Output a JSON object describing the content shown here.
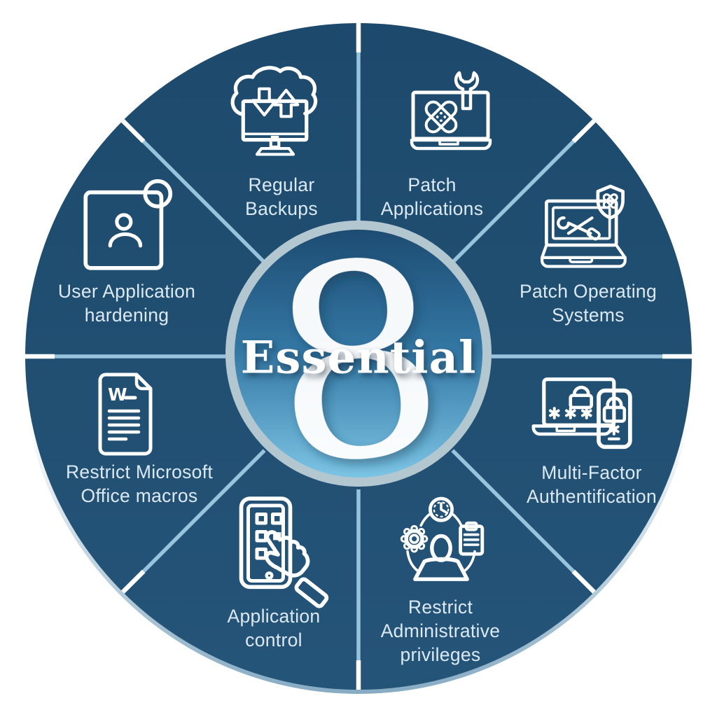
{
  "center": {
    "title": "Essential",
    "number": "8"
  },
  "segments": [
    {
      "id": "regular-backups",
      "label_lines": [
        "Regular",
        "Backups"
      ],
      "icon": "cloud-backup-monitor-icon"
    },
    {
      "id": "patch-applications",
      "label_lines": [
        "Patch",
        "Applications"
      ],
      "icon": "laptop-patch-wrench-icon"
    },
    {
      "id": "patch-operating-systems",
      "label_lines": [
        "Patch Operating",
        "Systems"
      ],
      "icon": "laptop-tools-shield-icon"
    },
    {
      "id": "multi-factor-authentification",
      "label_lines": [
        "Multi-Factor",
        "Authentification"
      ],
      "icon": "laptop-phone-lock-icon"
    },
    {
      "id": "restrict-administrative-privileges",
      "label_lines": [
        "Restrict",
        "Administrative",
        "privileges"
      ],
      "icon": "admin-user-gear-clock-clipboard-icon"
    },
    {
      "id": "application-control",
      "label_lines": [
        "Application",
        "control"
      ],
      "icon": "tablet-touch-hand-icon"
    },
    {
      "id": "restrict-microsoft-office-macros",
      "label_lines": [
        "Restrict Microsoft",
        "Office macros"
      ],
      "icon": "word-document-icon"
    },
    {
      "id": "user-application-hardening",
      "label_lines": [
        "User Application",
        "hardening"
      ],
      "icon": "user-profile-badge-icon"
    }
  ],
  "colors": {
    "background": "#ffffff",
    "wheel": "#1e4c6f",
    "divider_inner": "#97c3dc",
    "divider_outer": "#ffffff",
    "hub_ring": "#b3c7d1",
    "hub_gradient_top": "#1d4c72",
    "hub_gradient_mid": "#3579a6",
    "hub_gradient_bottom": "#7cc4e4",
    "label_text": "#dce9f3",
    "icon_stroke": "#ffffff"
  }
}
